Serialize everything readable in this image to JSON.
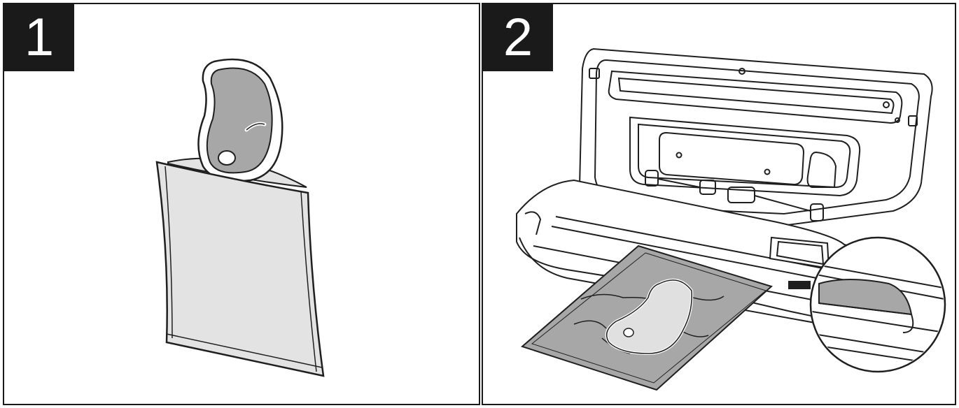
{
  "steps": [
    {
      "number": "1",
      "illustration": "steak-in-vacuum-bag"
    },
    {
      "number": "2",
      "illustration": "bag-inserted-into-vacuum-sealer"
    }
  ],
  "colors": {
    "frame": "#1a1a1a",
    "badge": "#1a1a1a",
    "fill": "#a7a7a7",
    "bag": "#e3e3e3",
    "line": "#1f1f1f"
  }
}
